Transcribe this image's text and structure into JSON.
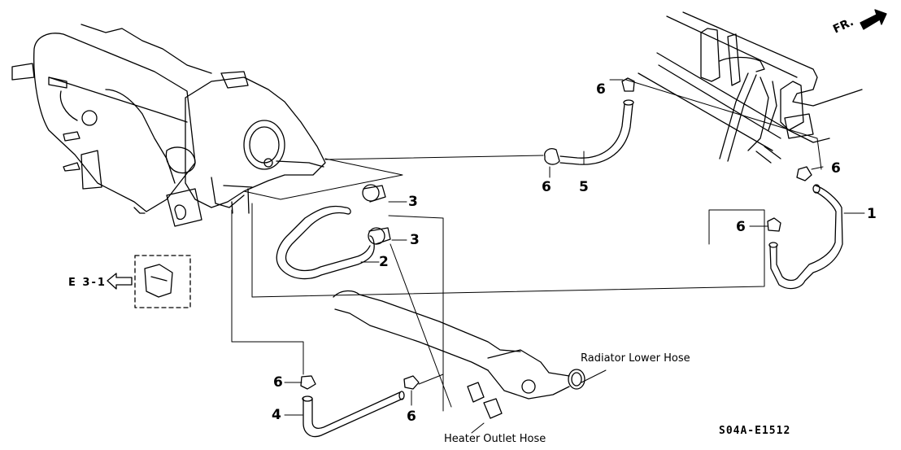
{
  "diagram": {
    "orientation_label": "FR.",
    "reference_link": "E 3-1",
    "diagram_code": "S04A-E1512",
    "annotations": {
      "radiator_lower_hose": "Radiator Lower Hose",
      "heater_outlet_hose": "Heater Outlet Hose"
    },
    "callouts": [
      {
        "part": "1",
        "id": "hose-1"
      },
      {
        "part": "2",
        "id": "hose-2"
      },
      {
        "part": "3",
        "id": "clamp-3-upper"
      },
      {
        "part": "3",
        "id": "clamp-3-lower"
      },
      {
        "part": "4",
        "id": "hose-4"
      },
      {
        "part": "5",
        "id": "hose-5"
      },
      {
        "part": "6",
        "id": "clip-6-top"
      },
      {
        "part": "6",
        "id": "clip-6-mid"
      },
      {
        "part": "6",
        "id": "clip-6-right-upper"
      },
      {
        "part": "6",
        "id": "clip-6-right-lower"
      },
      {
        "part": "6",
        "id": "clip-6-bottom-left"
      },
      {
        "part": "6",
        "id": "clip-6-bottom-mid"
      }
    ]
  }
}
